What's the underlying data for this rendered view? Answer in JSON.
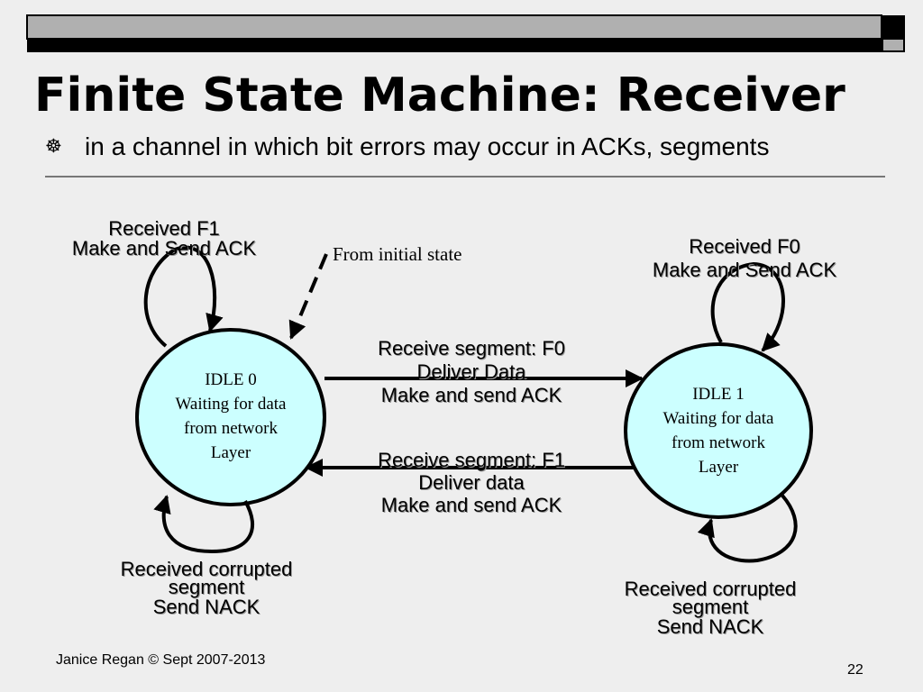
{
  "title": "Finite State Machine: Receiver",
  "bullet": {
    "glyph": "☸",
    "text": "in a channel in which bit errors may occur in ACKs, segments"
  },
  "states": [
    {
      "name": "IDLE 0",
      "lines": [
        "Waiting for data",
        "from network",
        "Layer"
      ]
    },
    {
      "name": "IDLE 1",
      "lines": [
        "Waiting for data",
        "from network",
        "Layer"
      ]
    }
  ],
  "initial_note": "From initial state",
  "transitions": {
    "idle0_self_top": [
      "Received F1",
      "Make and Send ACK"
    ],
    "idle1_self_top": [
      "Received F0",
      "Make and Send ACK"
    ],
    "idle0_to_idle1": [
      "Receive segment: F0",
      "Deliver Data",
      "Make and send ACK"
    ],
    "idle1_to_idle0": [
      "Receive segment: F1",
      "Deliver data",
      "Make and send ACK"
    ],
    "idle0_self_bottom": [
      "Received corrupted",
      "segment",
      "Send NACK"
    ],
    "idle1_self_bottom": [
      "Received corrupted",
      "segment",
      "Send NACK"
    ]
  },
  "colors": {
    "state_fill": "#ccffff",
    "header_bar_light": "#b0b0b0",
    "header_bar_dark": "#000000",
    "background": "#eeeeee"
  },
  "footer": {
    "author": "Janice Regan © Sept 2007-2013",
    "page_number": "22"
  }
}
